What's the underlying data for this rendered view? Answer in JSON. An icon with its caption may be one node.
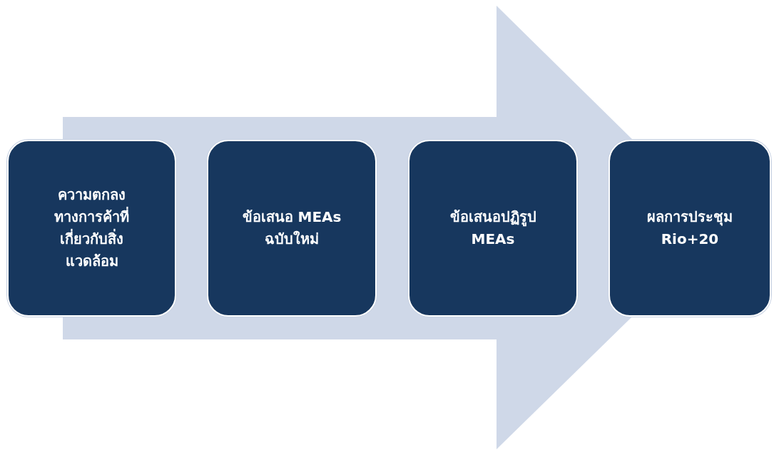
{
  "diagram": {
    "nodes": [
      {
        "text": [
          "ความตกลงทางการค้าที่เกี่ยวกับสิ่งแวดล้อม"
        ]
      },
      {
        "text": [
          "ข้อเสนอ MEAs ฉบับใหม่"
        ]
      },
      {
        "text": [
          "ข้อเสนอปฏิรูป MEAs"
        ]
      },
      {
        "text": [
          "ผลการประชุม Rio+20"
        ]
      }
    ],
    "edges": [
      {
        "from": 0,
        "to": 3,
        "arrow": "to",
        "style": "thick"
      }
    ]
  }
}
